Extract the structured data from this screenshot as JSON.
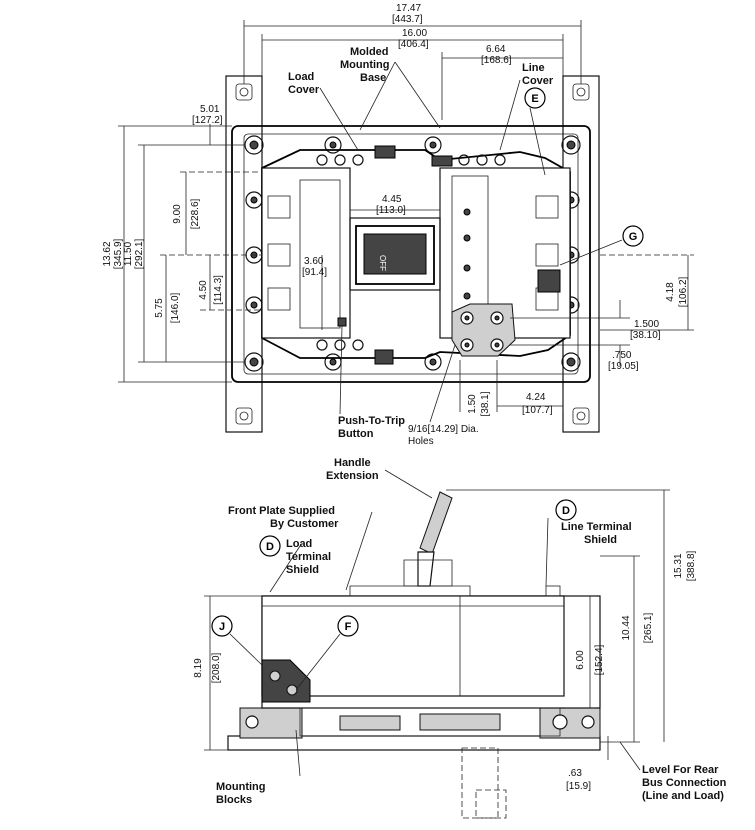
{
  "labels": {
    "molded_mounting_base": [
      "Molded",
      "Mounting",
      "Base"
    ],
    "load_cover": [
      "Load",
      "Cover"
    ],
    "line_cover": [
      "Line",
      "Cover"
    ],
    "push_to_trip": [
      "Push-To-Trip",
      "Button"
    ],
    "holes": [
      "9/16[14.29] Dia.",
      "Holes"
    ],
    "handle_extension": [
      "Handle",
      "Extension"
    ],
    "front_plate": [
      "Front Plate Supplied",
      "By Customer"
    ],
    "line_terminal_shield": [
      "Line Terminal",
      "Shield"
    ],
    "load_terminal_shield": [
      "Load",
      "Terminal",
      "Shield"
    ],
    "mounting_blocks": [
      "Mounting",
      "Blocks"
    ],
    "level_rear_bus": [
      "Level For Rear",
      "Bus Connection",
      "(Line and Load)"
    ],
    "handle_off": "OFF"
  },
  "callouts": {
    "E": "E",
    "G": "G",
    "D1": "D",
    "D2": "D",
    "J": "J",
    "F": "F"
  },
  "dimensions": {
    "d1747": [
      "17.47",
      "[443.7]"
    ],
    "d1600": [
      "16.00",
      "[406.4]"
    ],
    "d664": [
      "6.64",
      "[168.6]"
    ],
    "d501": [
      "5.01",
      "[127.2]"
    ],
    "d445": [
      "4.45",
      "[113.0]"
    ],
    "d1362": [
      "13.62",
      "[345.9]"
    ],
    "d1150": [
      "11.50",
      "[292.1]"
    ],
    "d900": [
      "9.00",
      "[228.6]"
    ],
    "d575": [
      "5.75",
      "[146.0]"
    ],
    "d450": [
      "4.50",
      "[114.3]"
    ],
    "d360": [
      "3.60",
      "[91.4]"
    ],
    "d418": [
      "4.18",
      "[106.2]"
    ],
    "d1500": [
      "1.500",
      "[38.10]"
    ],
    "d750": [
      ".750",
      "[19.05]"
    ],
    "d150": [
      "1.50",
      "[38.1]"
    ],
    "d424": [
      "4.24",
      "[107.7]"
    ],
    "d1531": [
      "15.31",
      "[388.8]"
    ],
    "d1044": [
      "10.44",
      "[265.1]"
    ],
    "d600": [
      "6.00",
      "[152.4]"
    ],
    "d819": [
      "8.19",
      "[208.0]"
    ],
    "d063": [
      ".63",
      "[15.9]"
    ]
  }
}
